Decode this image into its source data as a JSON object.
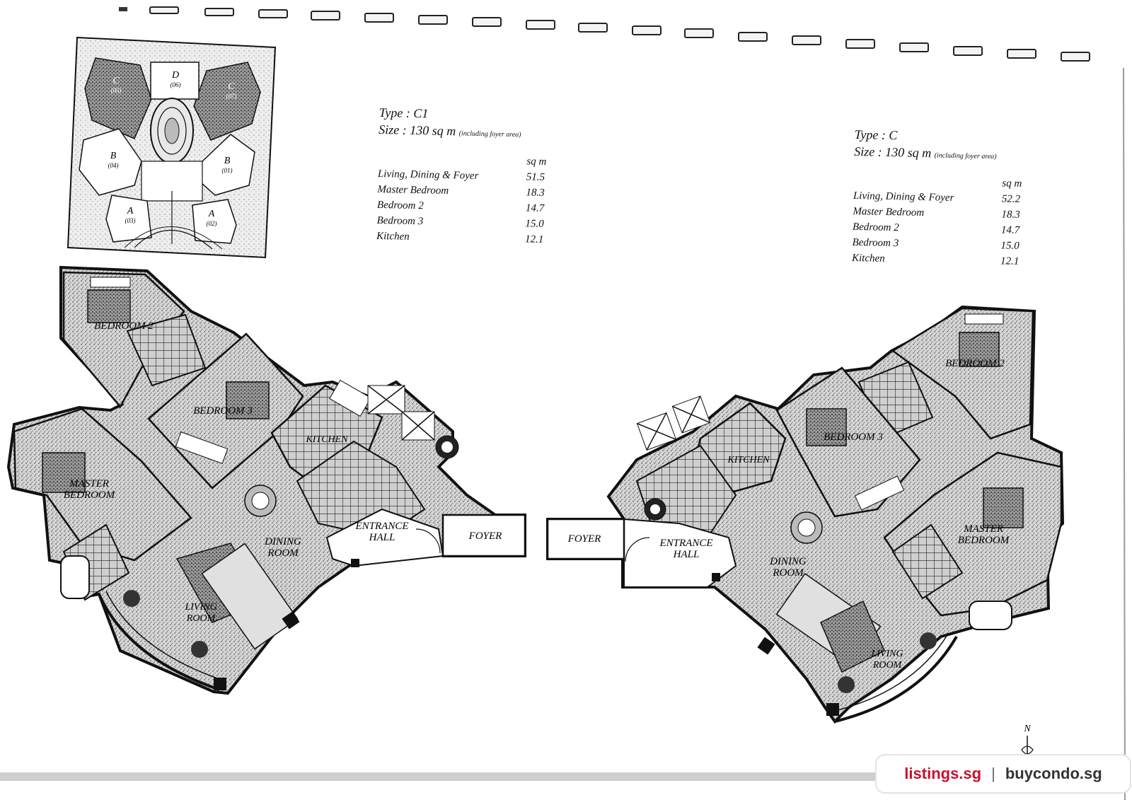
{
  "site_plan": {
    "units": [
      {
        "letter": "D",
        "number": "(06)"
      },
      {
        "letter": "C",
        "number": "(05)"
      },
      {
        "letter": "C",
        "number": "(07)"
      },
      {
        "letter": "B",
        "number": "(04)"
      },
      {
        "letter": "B",
        "number": "(01)"
      },
      {
        "letter": "A",
        "number": "(03)"
      },
      {
        "letter": "A",
        "number": "(02)"
      }
    ]
  },
  "spec_c1": {
    "type_line": "Type :  C1",
    "size_line": "Size  : 130 sq m",
    "size_note": "(including foyer area)",
    "unit_header": "sq m",
    "rows": [
      {
        "room": "Living, Dining & Foyer",
        "area": "51.5"
      },
      {
        "room": "Master Bedroom",
        "area": "18.3"
      },
      {
        "room": "Bedroom 2",
        "area": "14.7"
      },
      {
        "room": "Bedroom 3",
        "area": "15.0"
      },
      {
        "room": "Kitchen",
        "area": "12.1"
      }
    ]
  },
  "spec_c": {
    "type_line": "Type :  C",
    "size_line": "Size  : 130 sq m",
    "size_note": "(including foyer area)",
    "unit_header": "sq m",
    "rows": [
      {
        "room": "Living, Dining & Foyer",
        "area": "52.2"
      },
      {
        "room": "Master Bedroom",
        "area": "18.3"
      },
      {
        "room": "Bedroom 2",
        "area": "14.7"
      },
      {
        "room": "Bedroom 3",
        "area": "15.0"
      },
      {
        "room": "Kitchen",
        "area": "12.1"
      }
    ]
  },
  "plan_c1_labels": {
    "bedroom2": "BEDROOM 2",
    "bedroom3": "BEDROOM 3",
    "kitchen": "KITCHEN",
    "master1": "MASTER",
    "master2": "BEDROOM",
    "dining1": "DINING",
    "dining2": "ROOM",
    "living1": "LIVING",
    "living2": "ROOM",
    "entrance1": "ENTRANCE",
    "entrance2": "HALL",
    "foyer": "FOYER"
  },
  "plan_c_labels": {
    "bedroom2": "BEDROOM 2",
    "bedroom3": "BEDROOM 3",
    "kitchen": "KITCHEN",
    "master1": "MASTER",
    "master2": "BEDROOM",
    "dining1": "DINING",
    "dining2": "ROOM",
    "living1": "LIVING",
    "living2": "ROOM",
    "entrance1": "ENTRANCE",
    "entrance2": "HALL",
    "foyer": "FOYER"
  },
  "north_label": "N",
  "watermark": {
    "left": "listings.sg",
    "separator": "|",
    "right": "buycondo.sg"
  }
}
